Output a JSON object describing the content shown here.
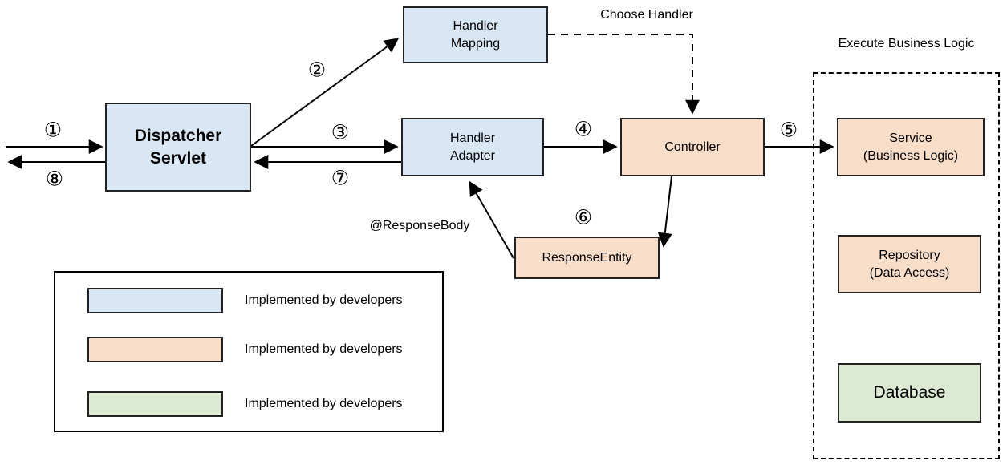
{
  "nodes": {
    "dispatcher": {
      "line1": "Dispatcher",
      "line2": "Servlet"
    },
    "handler_mapping": {
      "line1": "Handler",
      "line2": "Mapping"
    },
    "handler_adapter": {
      "line1": "Handler",
      "line2": "Adapter"
    },
    "controller": {
      "label": "Controller"
    },
    "response_entity": {
      "label": "ResponseEntity"
    },
    "service": {
      "line1": "Service",
      "line2": "(Business Logic)"
    },
    "repository": {
      "line1": "Repository",
      "line2": "(Data Access)"
    },
    "database": {
      "label": "Database"
    }
  },
  "group": {
    "title": "Execute Business Logic"
  },
  "annotations": {
    "choose_handler": "Choose Handler",
    "response_body": "@ResponseBody"
  },
  "steps": [
    "①",
    "②",
    "③",
    "④",
    "⑤",
    "⑥",
    "⑦",
    "⑧"
  ],
  "legend": {
    "items": [
      {
        "label": "Implemented by developers",
        "color": "#d9e7f5"
      },
      {
        "label": "Implemented by developers",
        "color": "#f8ddc9"
      },
      {
        "label": "Implemented by developers",
        "color": "#dcead3"
      }
    ]
  },
  "colors": {
    "node_blue": "#d9e7f5",
    "node_peach": "#f8ddc9",
    "node_green": "#dcead3",
    "node_border": "#232323",
    "arrow": "#000000",
    "background": "#ffffff"
  }
}
